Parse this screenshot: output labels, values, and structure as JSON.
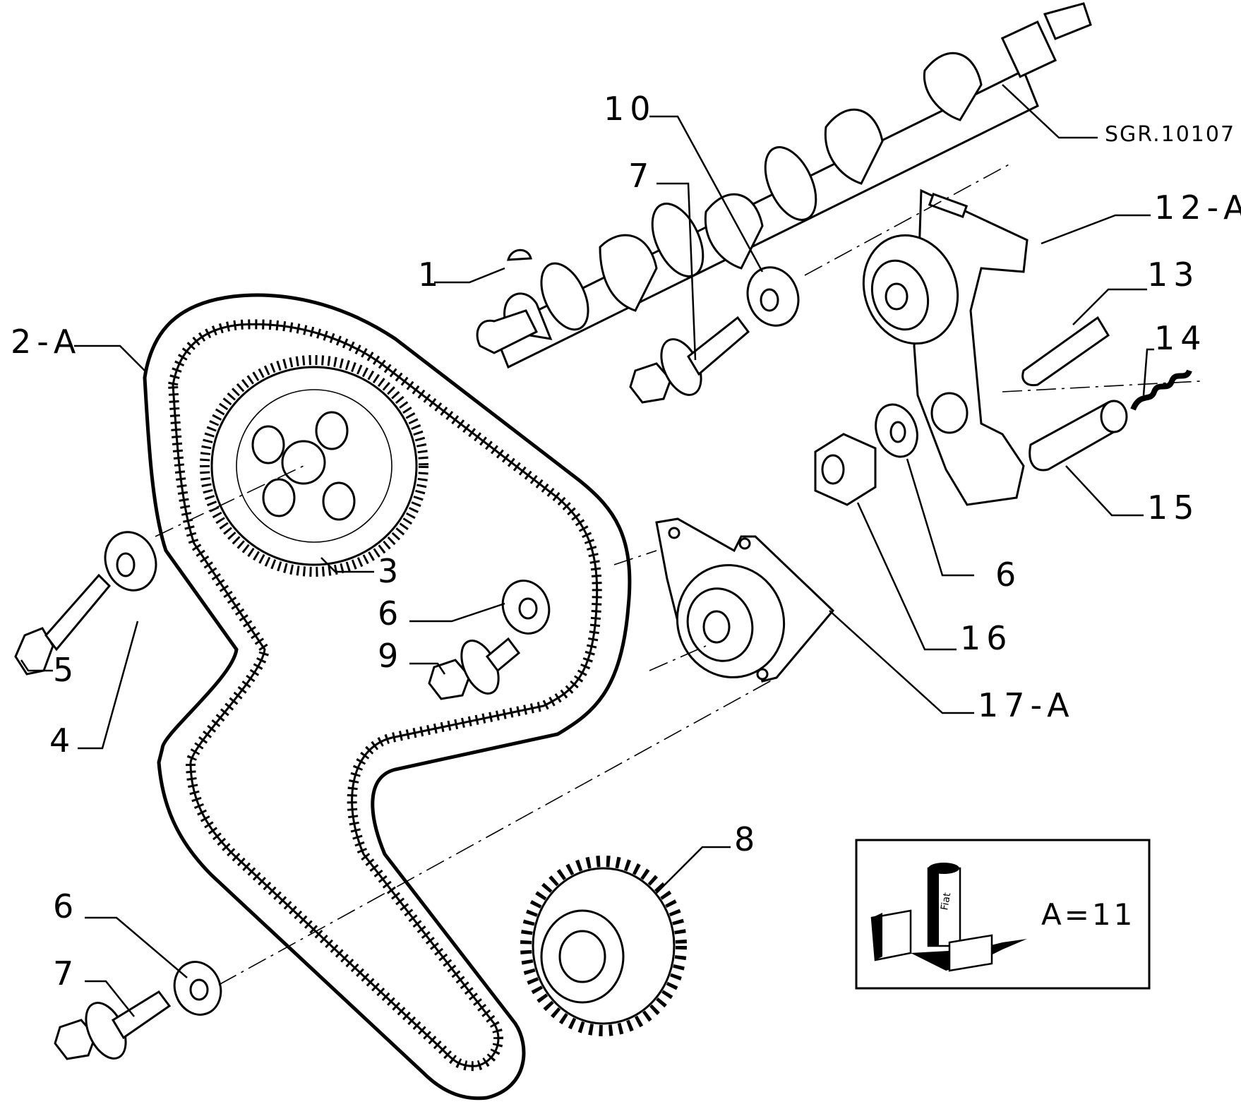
{
  "figure_ref": "SGR.10107",
  "callouts": [
    {
      "id": "1",
      "label": "1"
    },
    {
      "id": "2A",
      "label": "2-A"
    },
    {
      "id": "3",
      "label": "3"
    },
    {
      "id": "4",
      "label": "4"
    },
    {
      "id": "5",
      "label": "5"
    },
    {
      "id": "6a",
      "label": "6"
    },
    {
      "id": "6b",
      "label": "6"
    },
    {
      "id": "6c",
      "label": "6"
    },
    {
      "id": "7a",
      "label": "7"
    },
    {
      "id": "7b",
      "label": "7"
    },
    {
      "id": "8",
      "label": "8"
    },
    {
      "id": "9",
      "label": "9"
    },
    {
      "id": "10",
      "label": "10"
    },
    {
      "id": "12A",
      "label": "12-A"
    },
    {
      "id": "13",
      "label": "13"
    },
    {
      "id": "14",
      "label": "14"
    },
    {
      "id": "15",
      "label": "15"
    },
    {
      "id": "16",
      "label": "16"
    },
    {
      "id": "17A",
      "label": "17-A"
    }
  ],
  "inset": {
    "label": "A=11",
    "can_text": "Fiat"
  }
}
